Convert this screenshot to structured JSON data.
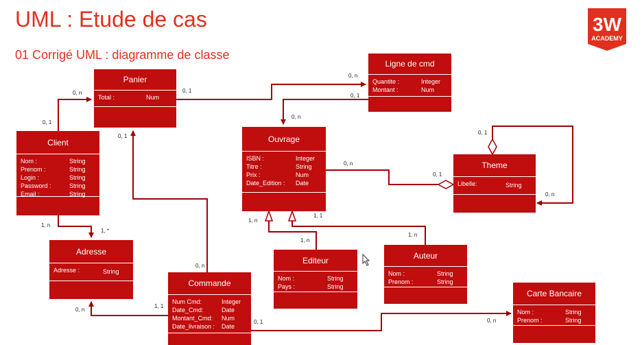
{
  "header": {
    "title": "UML : Etude de cas",
    "subtitle": "01 Corrigé UML : diagramme de classe",
    "logo_main": "3W",
    "logo_sub": "ACADEMY"
  },
  "colors": {
    "accent": "#e0301e",
    "class_fill": "#c00d0d",
    "line": "#a00000"
  },
  "classes": {
    "panier": {
      "name": "Panier",
      "attributes": [
        {
          "name": "Total :",
          "type": "Num"
        }
      ]
    },
    "ligne": {
      "name": "Ligne de cmd",
      "attributes": [
        {
          "name": "Quantite :",
          "type": "Integer"
        },
        {
          "name": "Montant :",
          "type": "Num"
        }
      ]
    },
    "client": {
      "name": "Client",
      "attributes": [
        {
          "name": "Nom :",
          "type": "String"
        },
        {
          "name": "Prenom :",
          "type": "String"
        },
        {
          "name": "Login :",
          "type": "String"
        },
        {
          "name": "Password :",
          "type": "String"
        },
        {
          "name": "Email :",
          "type": "String"
        }
      ]
    },
    "ouvrage": {
      "name": "Ouvrage",
      "attributes": [
        {
          "name": "ISBN :",
          "type": "Integer"
        },
        {
          "name": "Titre :",
          "type": "String"
        },
        {
          "name": "Prix :",
          "type": "Num"
        },
        {
          "name": "Date_Edition :",
          "type": "Date"
        }
      ]
    },
    "theme": {
      "name": "Theme",
      "attributes": [
        {
          "name": "Libelle:",
          "type": "String"
        }
      ]
    },
    "adresse": {
      "name": "Adresse",
      "attributes": [
        {
          "name": "Adresse :",
          "type": "String"
        }
      ]
    },
    "editeur": {
      "name": "Editeur",
      "attributes": [
        {
          "name": "Nom :",
          "type": "String"
        },
        {
          "name": "Pays :",
          "type": "String"
        }
      ]
    },
    "auteur": {
      "name": "Auteur",
      "attributes": [
        {
          "name": "Nom :",
          "type": "String"
        },
        {
          "name": "Prenom :",
          "type": "String"
        }
      ]
    },
    "commande": {
      "name": "Commande",
      "attributes": [
        {
          "name": "Num Cmd:",
          "type": "Integer"
        },
        {
          "name": "Date_Cmd:",
          "type": "Date"
        },
        {
          "name": "Montant_Cmd:",
          "type": "Num"
        },
        {
          "name": "Date_livraison :",
          "type": "Date"
        }
      ]
    },
    "carte": {
      "name": "Carte Bancaire",
      "attributes": [
        {
          "name": "Nom :",
          "type": "String"
        },
        {
          "name": "Prenom :",
          "type": "String"
        }
      ]
    }
  },
  "multiplicities": {
    "panier_client_near_panier": "0, n",
    "panier_client_near_client": "0, 1",
    "panier_ligne_near_panier": "0, 1",
    "panier_ligne_near_ligne": "0, n",
    "ligne_ouvrage_near_ligne": "0, 1",
    "ligne_ouvrage_near_ouvrage": "0, n",
    "panier_commande_near_panier": "0, 1",
    "panier_commande_near_commande": "0, n",
    "ouvrage_theme_near_ouvrage": "0, n",
    "ouvrage_theme_near_theme": "0, 1",
    "theme_self_top": "0, 1",
    "theme_self_bottom": "0, n",
    "client_adresse_near_client": "1, n",
    "client_adresse_near_adresse": "1, *",
    "editeur_near_ouvrage": "1, n",
    "editeur_near_editeur": "1, n",
    "auteur_near_ouvrage": "1, 1",
    "auteur_near_auteur": "1, n",
    "commande_adresse_near_adresse": "0, n",
    "commande_adresse_near_commande": "1, 1",
    "commande_carte_near_commande": "0, 1",
    "commande_carte_near_carte": "0, n"
  }
}
